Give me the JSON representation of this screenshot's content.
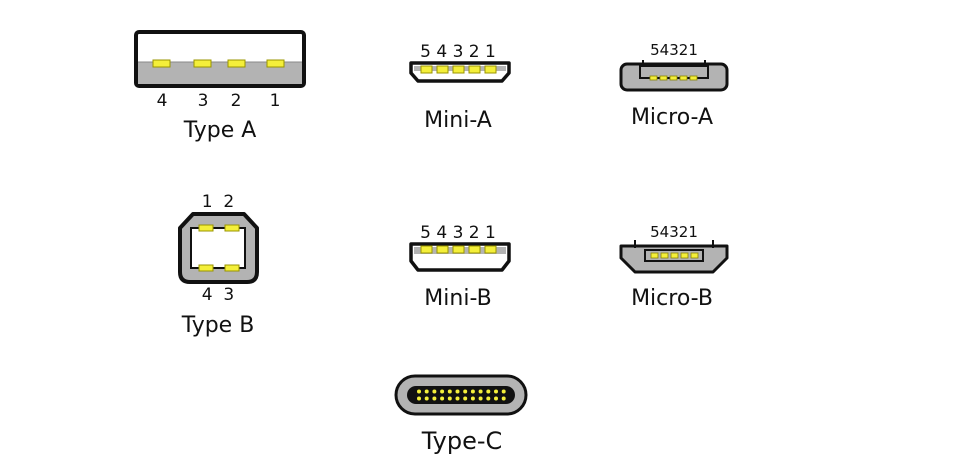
{
  "colors": {
    "outline": "#111111",
    "shell_gray": "#b3b3b3",
    "pin_yellow": "#f4ef3a",
    "background": "#ffffff"
  },
  "connectors": {
    "type_a": {
      "caption": "Type A",
      "pins": [
        "4",
        "3",
        "2",
        "1"
      ]
    },
    "mini_a": {
      "caption": "Mini-A",
      "pins": "5 4 3 2 1"
    },
    "micro_a": {
      "caption": "Micro-A",
      "pins": "54321"
    },
    "type_b": {
      "caption": "Type B",
      "pins_top": "1  2",
      "pins_bottom": "4  3"
    },
    "mini_b": {
      "caption": "Mini-B",
      "pins": "5 4 3 2 1"
    },
    "micro_b": {
      "caption": "Micro-B",
      "pins": "54321"
    },
    "type_c": {
      "caption": "Type-C"
    }
  }
}
